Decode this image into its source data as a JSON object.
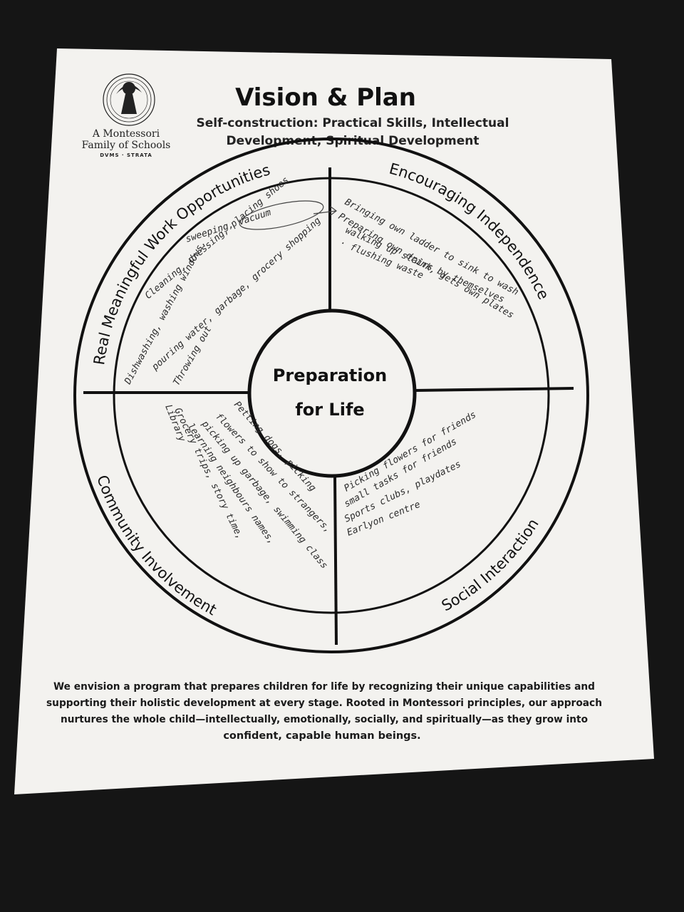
{
  "header": {
    "title": "Vision & Plan",
    "subtitle_line1": "Self-construction: Practical Skills, Intellectual",
    "subtitle_line2": "Development, Spiritual Development"
  },
  "logo": {
    "line1": "A Montessori",
    "line2": "Family of Schools",
    "line3": "DVMS · STRATA"
  },
  "wheel": {
    "center_line1": "Preparation",
    "center_line2": "for Life",
    "quadrants": {
      "top_left": "Real Meaningful Work Opportunities",
      "top_right": "Encouraging Independence",
      "bottom_left": "Community Involvement",
      "bottom_right": "Social Interaction"
    }
  },
  "handwriting": {
    "top_left": [
      "sweeping, vacuum",
      "Cleaning, dressing, placing shoes",
      "Dishwashing, washing windows,",
      "pouring water, garbage, grocery shopping",
      "Throwing out"
    ],
    "top_right": [
      "Bringing own ladder to sink to wash",
      "Preparing own drink, gets own plates",
      "walking up stairs by themselves",
      "· flushing waste"
    ],
    "bottom_left": [
      "Petting dogs, picking",
      "flowers to show to strangers,",
      "picking up garbage, swimming class",
      "learning neighbours names,",
      "Grocery trips, story time,",
      "Library"
    ],
    "bottom_right": [
      "Picking flowers for friends",
      "small tasks for friends",
      "Sports clubs, playdates",
      "Earlyon centre"
    ]
  },
  "vision_statement": [
    "We envision a program that prepares children for life by recognizing their unique capabilities and",
    "supporting their holistic development at every stage. Rooted in Montessori principles, our approach",
    "nurtures the whole child—intellectually, emotionally, socially, and spiritually—as they grow into",
    "confident, capable human beings."
  ]
}
